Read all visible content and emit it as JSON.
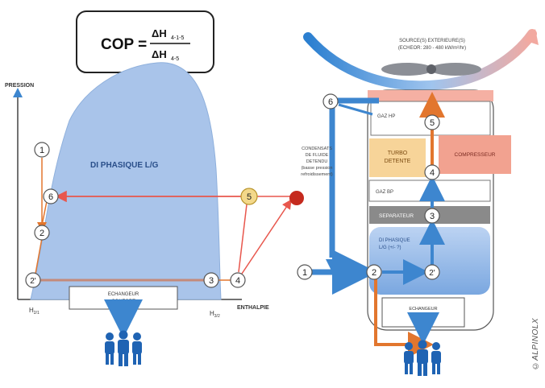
{
  "formula": {
    "lhs": "COP =",
    "numerator": "ΔH",
    "numerator_sub": "4-1-5",
    "denominator": "ΔH",
    "denominator_sub": "4-5"
  },
  "left_diagram": {
    "y_axis_label": "PRESSION",
    "x_axis_label": "ENTHALPIE",
    "region_label": "DI PHASIQUE L/G",
    "h_left_label": "H",
    "h_left_sub": "2/1",
    "h_right_label": "H",
    "h_right_sub": "3/2",
    "exchanger_line1": "ECHANGEUR",
    "exchanger_line2": "CONFORT",
    "points": [
      "1",
      "2",
      "3",
      "4",
      "5",
      "6",
      "2'"
    ]
  },
  "right_diagram": {
    "source_line1": "SOURCE(S) EXTERIEURE(S)",
    "source_line2": "(ECHEOR: 280 - 480 kW/m²/hr)",
    "gaz_hp": "GAZ HP",
    "gaz_bp": "GAZ BP",
    "turbo_line1": "TURBO",
    "turbo_line2": "DETENTE",
    "compressor": "COMPRESSEUR",
    "separator": "SEPARATEUR",
    "biphase_line1": "DI PHASIQUE",
    "biphase_line2": "L/G (+/- ?)",
    "condenser_line1": "CONDENSATS",
    "condenser_line2": "DE FLUIDE",
    "condenser_line3": "DETENDU",
    "condenser_line4": "(basse pression",
    "condenser_line5": "refroidissement)",
    "exchanger_line1": "ECHANGEUR",
    "exchanger_line2": "CONFORT",
    "points": [
      "1",
      "2",
      "2'",
      "3",
      "4",
      "5",
      "6"
    ]
  },
  "credit": "©ALPINOLX",
  "colors": {
    "dome": "#a9c4ea",
    "blue_arrow": "#3d86cf",
    "red_arrow": "#e8574d",
    "orange_arrow": "#e2762e",
    "turbo": "#f7d499",
    "compressor": "#f2a290",
    "separator": "#8a8a8a",
    "people": "#1f63b3"
  }
}
